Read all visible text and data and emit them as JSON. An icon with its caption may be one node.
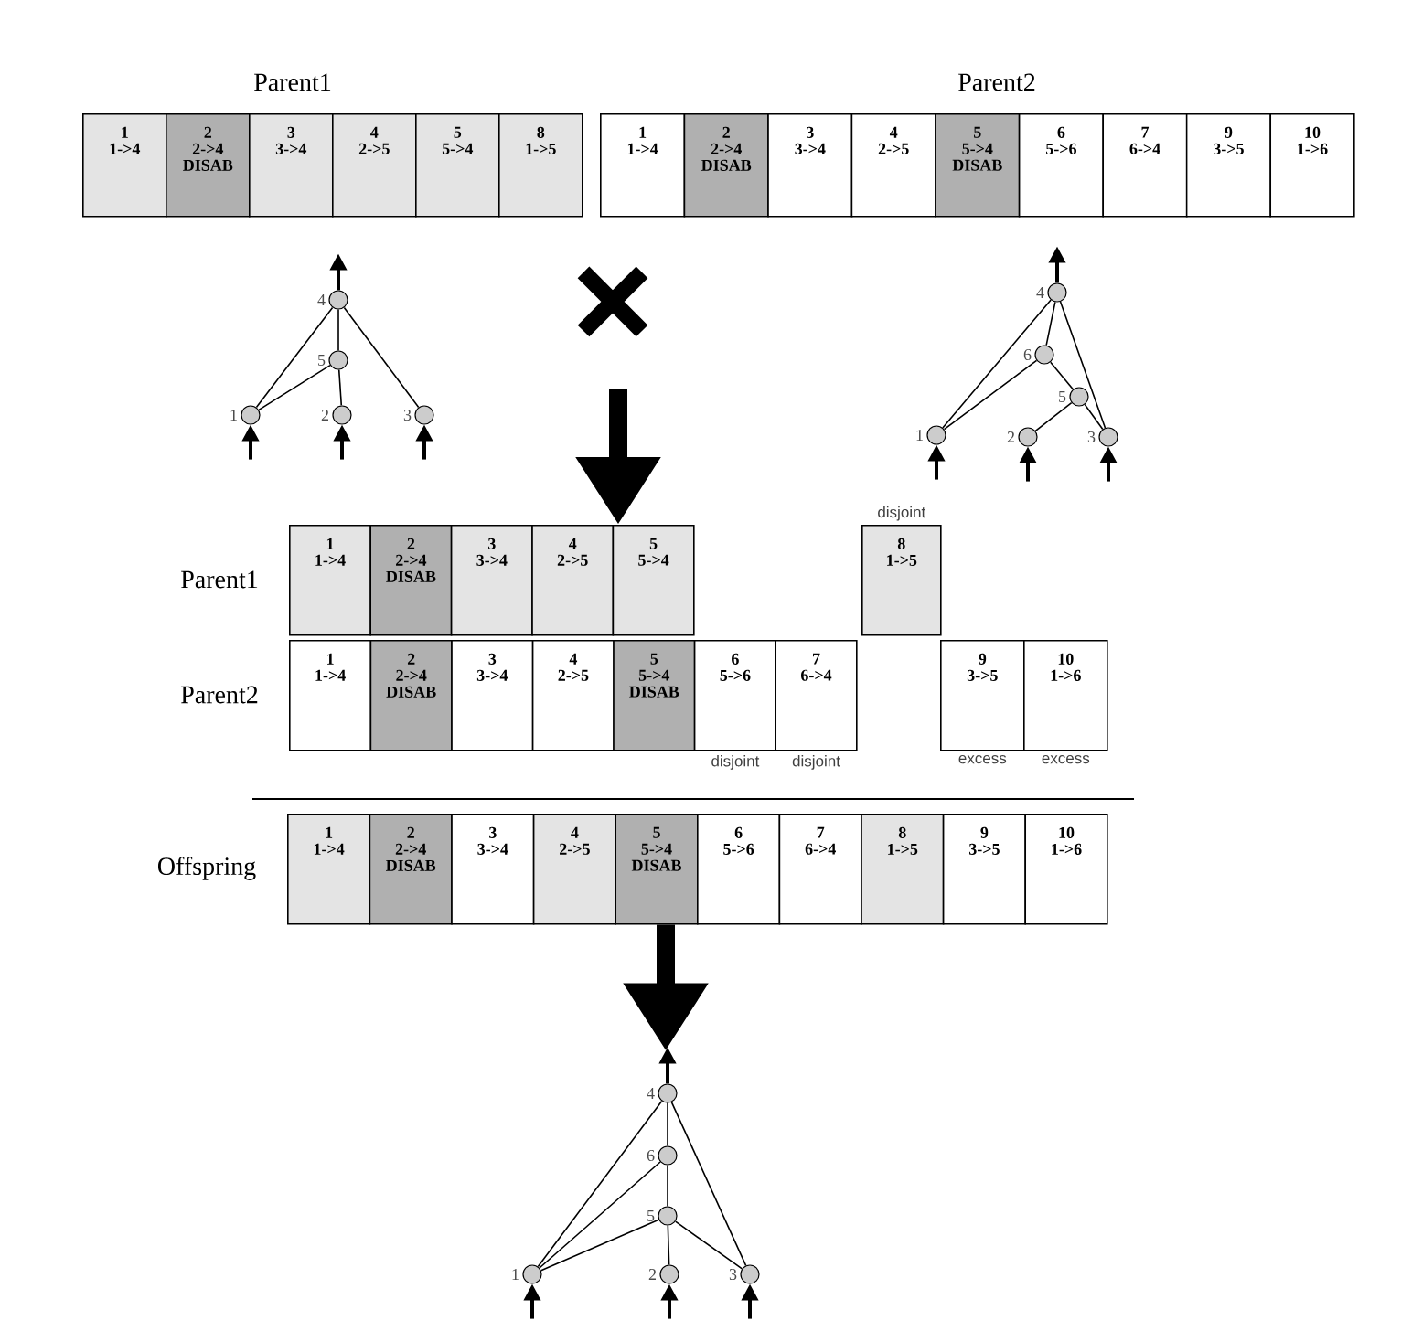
{
  "diagram": {
    "nodes": [
      {
        "text": [
          "1",
          "1->4"
        ]
      },
      {
        "text": [
          "2",
          "2->4",
          "DISAB"
        ]
      },
      {
        "text": [
          "3",
          "3->4"
        ]
      },
      {
        "text": [
          "4",
          "2->5"
        ]
      },
      {
        "text": [
          "5",
          "5->4"
        ]
      },
      {
        "text": [
          "8",
          "1->5"
        ]
      },
      {
        "text": [
          "1",
          "1->4"
        ]
      },
      {
        "text": [
          "2",
          "2->4",
          "DISAB"
        ]
      },
      {
        "text": [
          "3",
          "3->4"
        ]
      },
      {
        "text": [
          "4",
          "2->5"
        ]
      },
      {
        "text": [
          "5",
          "5->4",
          "DISAB"
        ]
      },
      {
        "text": [
          "6",
          "5->6"
        ]
      },
      {
        "text": [
          "7",
          "6->4"
        ]
      },
      {
        "text": [
          "9",
          "3->5"
        ]
      },
      {
        "text": [
          "10",
          "1->6"
        ]
      },
      {
        "text": [],
        "shape": "circle",
        "beside": [
          "4"
        ]
      },
      {
        "text": [],
        "shape": "circle",
        "beside": [
          "5"
        ]
      },
      {
        "text": [],
        "shape": "circle",
        "beside": [
          "1"
        ]
      },
      {
        "text": [],
        "shape": "circle",
        "beside": [
          "2"
        ]
      },
      {
        "text": [],
        "shape": "circle",
        "beside": [
          "3"
        ]
      },
      {
        "text": [],
        "shape": "circle",
        "beside": [
          "4"
        ]
      },
      {
        "text": [],
        "shape": "circle",
        "beside": [
          "6"
        ]
      },
      {
        "text": [],
        "shape": "circle",
        "beside": [
          "5"
        ]
      },
      {
        "text": [],
        "shape": "circle",
        "beside": [
          "1"
        ]
      },
      {
        "text": [],
        "shape": "circle",
        "beside": [
          "2"
        ]
      },
      {
        "text": [],
        "shape": "circle",
        "beside": [
          "3"
        ]
      },
      {
        "text": [
          "1",
          "1->4"
        ]
      },
      {
        "text": [
          "2",
          "2->4",
          "DISAB"
        ]
      },
      {
        "text": [
          "3",
          "3->4"
        ]
      },
      {
        "text": [
          "4",
          "2->5"
        ]
      },
      {
        "text": [
          "5",
          "5->4"
        ]
      },
      {
        "text": [
          "8",
          "1->5"
        ],
        "beside": [
          "disjoint"
        ]
      },
      {
        "text": [
          "1",
          "1->4"
        ]
      },
      {
        "text": [
          "2",
          "2->4",
          "DISAB"
        ]
      },
      {
        "text": [
          "3",
          "3->4"
        ]
      },
      {
        "text": [
          "4",
          "2->5"
        ]
      },
      {
        "text": [
          "5",
          "5->4",
          "DISAB"
        ]
      },
      {
        "text": [
          "6",
          "5->6"
        ],
        "beside": [
          "disjoint"
        ]
      },
      {
        "text": [
          "7",
          "6->4"
        ],
        "beside": [
          "disjoint"
        ]
      },
      {
        "text": [
          "9",
          "3->5"
        ],
        "beside": [
          "excess"
        ]
      },
      {
        "text": [
          "10",
          "1->6"
        ],
        "beside": [
          "excess"
        ]
      },
      {
        "text": [
          "1",
          "1->4"
        ]
      },
      {
        "text": [
          "2",
          "2->4",
          "DISAB"
        ]
      },
      {
        "text": [
          "3",
          "3->4"
        ]
      },
      {
        "text": [
          "4",
          "2->5"
        ]
      },
      {
        "text": [
          "5",
          "5->4",
          "DISAB"
        ]
      },
      {
        "text": [
          "6",
          "5->6"
        ]
      },
      {
        "text": [
          "7",
          "6->4"
        ]
      },
      {
        "text": [
          "8",
          "1->5"
        ]
      },
      {
        "text": [
          "9",
          "3->5"
        ]
      },
      {
        "text": [
          "10",
          "1->6"
        ]
      },
      {
        "text": [],
        "shape": "picture"
      },
      {
        "text": [],
        "shape": "circle",
        "beside": [
          "4"
        ],
        "in": 51
      },
      {
        "text": [],
        "shape": "circle",
        "beside": [
          "6"
        ],
        "in": 51
      },
      {
        "text": [],
        "shape": "circle",
        "beside": [
          "5"
        ],
        "in": 51
      },
      {
        "text": [],
        "shape": "circle",
        "beside": [
          "1"
        ],
        "in": 51
      },
      {
        "text": [],
        "shape": "circle",
        "beside": [
          "2"
        ],
        "in": 51
      },
      {
        "text": [],
        "shape": "circle",
        "beside": [
          "3"
        ],
        "in": 51
      }
    ],
    "edges": [
      {
        "from": 17,
        "to": 15,
        "arrow": "none"
      },
      {
        "from": 17,
        "to": 16,
        "arrow": "none"
      },
      {
        "from": 16,
        "to": 15,
        "arrow": "none"
      },
      {
        "from": 18,
        "to": 16,
        "arrow": "none"
      },
      {
        "from": 19,
        "to": 15,
        "arrow": "none"
      },
      {
        "from": null,
        "to": 17,
        "arrow": "to"
      },
      {
        "from": null,
        "to": 18,
        "arrow": "to"
      },
      {
        "from": null,
        "to": 19,
        "arrow": "to"
      },
      {
        "from": 15,
        "to": null,
        "arrow": "to"
      },
      {
        "from": 23,
        "to": 20,
        "arrow": "none"
      },
      {
        "from": 23,
        "to": 21,
        "arrow": "none"
      },
      {
        "from": 21,
        "to": 20,
        "arrow": "none"
      },
      {
        "from": 22,
        "to": 21,
        "arrow": "none"
      },
      {
        "from": 24,
        "to": 22,
        "arrow": "none"
      },
      {
        "from": 25,
        "to": 22,
        "arrow": "none"
      },
      {
        "from": 25,
        "to": 20,
        "arrow": "none"
      },
      {
        "from": null,
        "to": 23,
        "arrow": "to"
      },
      {
        "from": null,
        "to": 24,
        "arrow": "to"
      },
      {
        "from": null,
        "to": 25,
        "arrow": "to"
      },
      {
        "from": 20,
        "to": null,
        "arrow": "to"
      },
      {
        "from": 55,
        "to": 52,
        "arrow": "none"
      },
      {
        "from": 55,
        "to": 53,
        "arrow": "none"
      },
      {
        "from": 55,
        "to": 54,
        "arrow": "none"
      },
      {
        "from": 53,
        "to": 52,
        "arrow": "none"
      },
      {
        "from": 54,
        "to": 53,
        "arrow": "none"
      },
      {
        "from": 56,
        "to": 54,
        "arrow": "none"
      },
      {
        "from": 57,
        "to": 54,
        "arrow": "none"
      },
      {
        "from": 57,
        "to": 52,
        "arrow": "none"
      },
      {
        "from": null,
        "to": 55,
        "arrow": "to"
      },
      {
        "from": null,
        "to": 56,
        "arrow": "to"
      },
      {
        "from": null,
        "to": 57,
        "arrow": "to"
      },
      {
        "from": 52,
        "to": null,
        "arrow": "to"
      },
      {
        "from": null,
        "to": 30,
        "arrow": "to",
        "style": "thick"
      },
      {
        "from": 45,
        "to": 51,
        "arrow": "to",
        "style": "thick"
      }
    ],
    "labels": [
      "Parent1",
      "Parent2",
      "Parent1",
      "Parent2",
      "Offspring"
    ]
  }
}
